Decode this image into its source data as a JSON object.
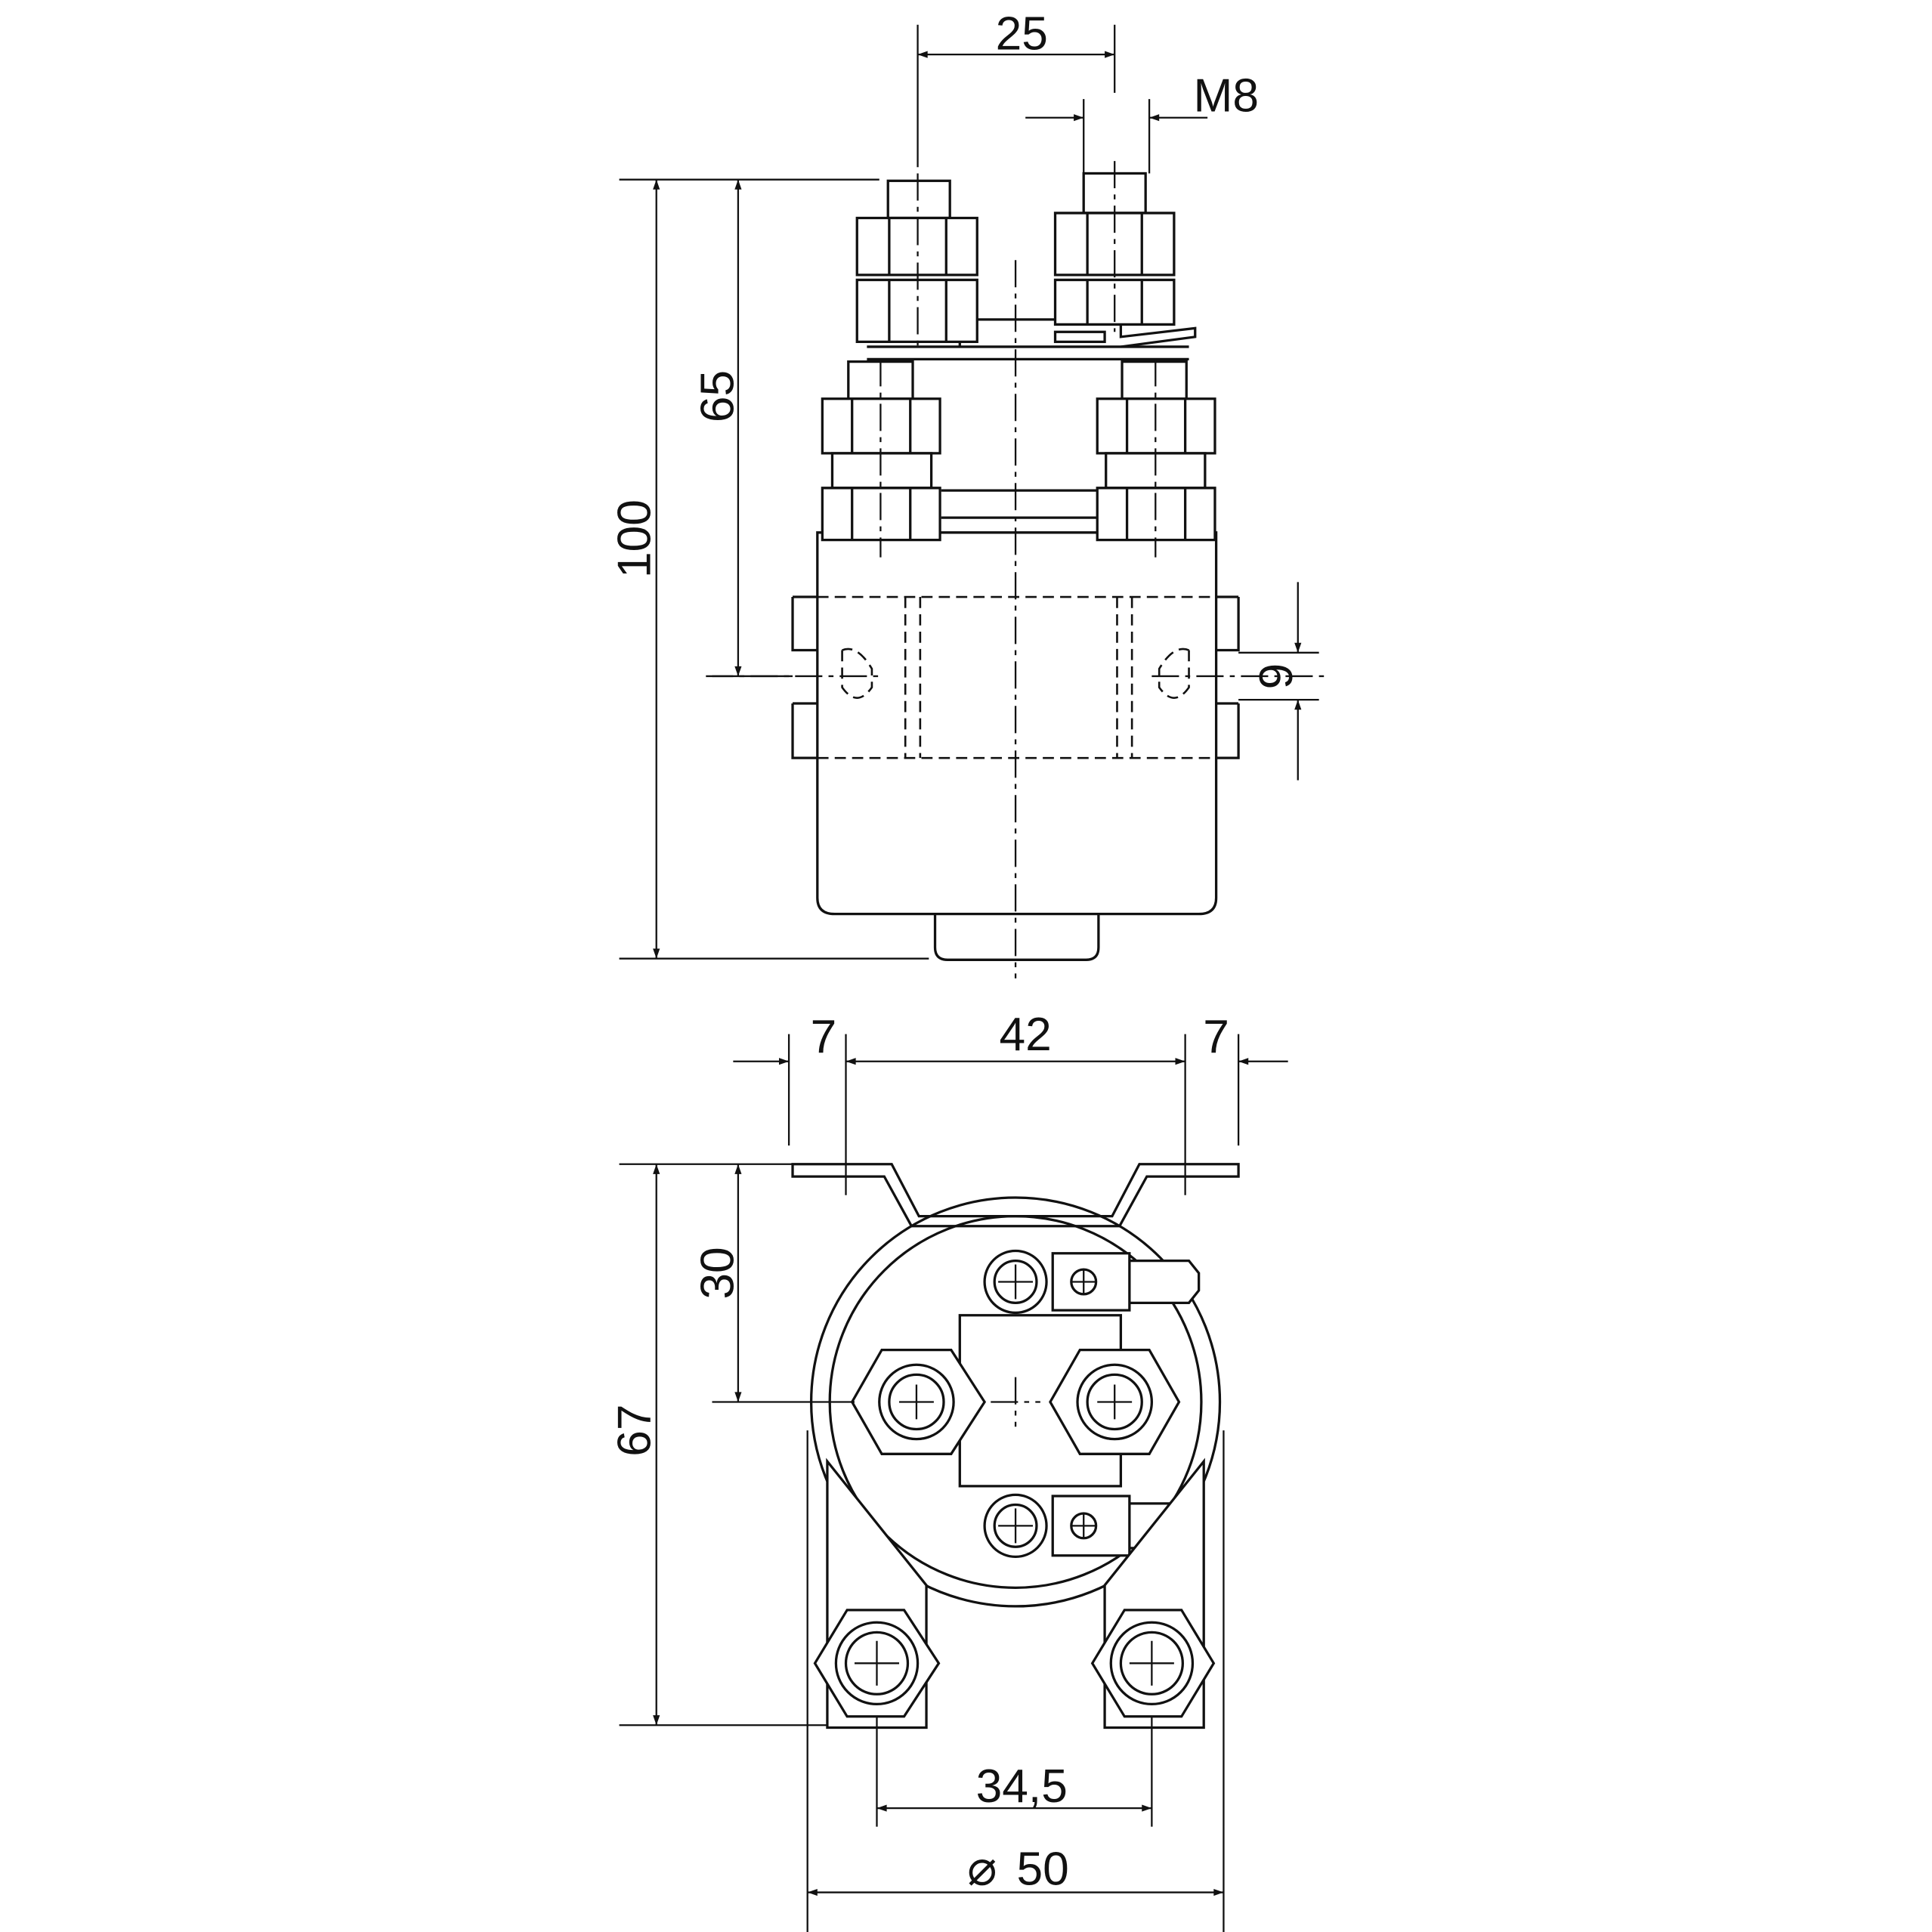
{
  "title": "Contactor dimension drawing",
  "colors": {
    "line": "#111111",
    "background": "#ffffff"
  },
  "side_view": {
    "dimensions": {
      "terminal_spacing": "25",
      "thread": "M8",
      "mount_height": "65",
      "overall_height": "100",
      "slot_width": "6"
    }
  },
  "bottom_view": {
    "dimensions": {
      "flange_left": "7",
      "flange_center": "42",
      "flange_right": "7",
      "center_height": "30",
      "overall_depth": "67",
      "stud_spacing": "34,5",
      "diameter": "50",
      "diameter_symbol": "⌀"
    }
  }
}
